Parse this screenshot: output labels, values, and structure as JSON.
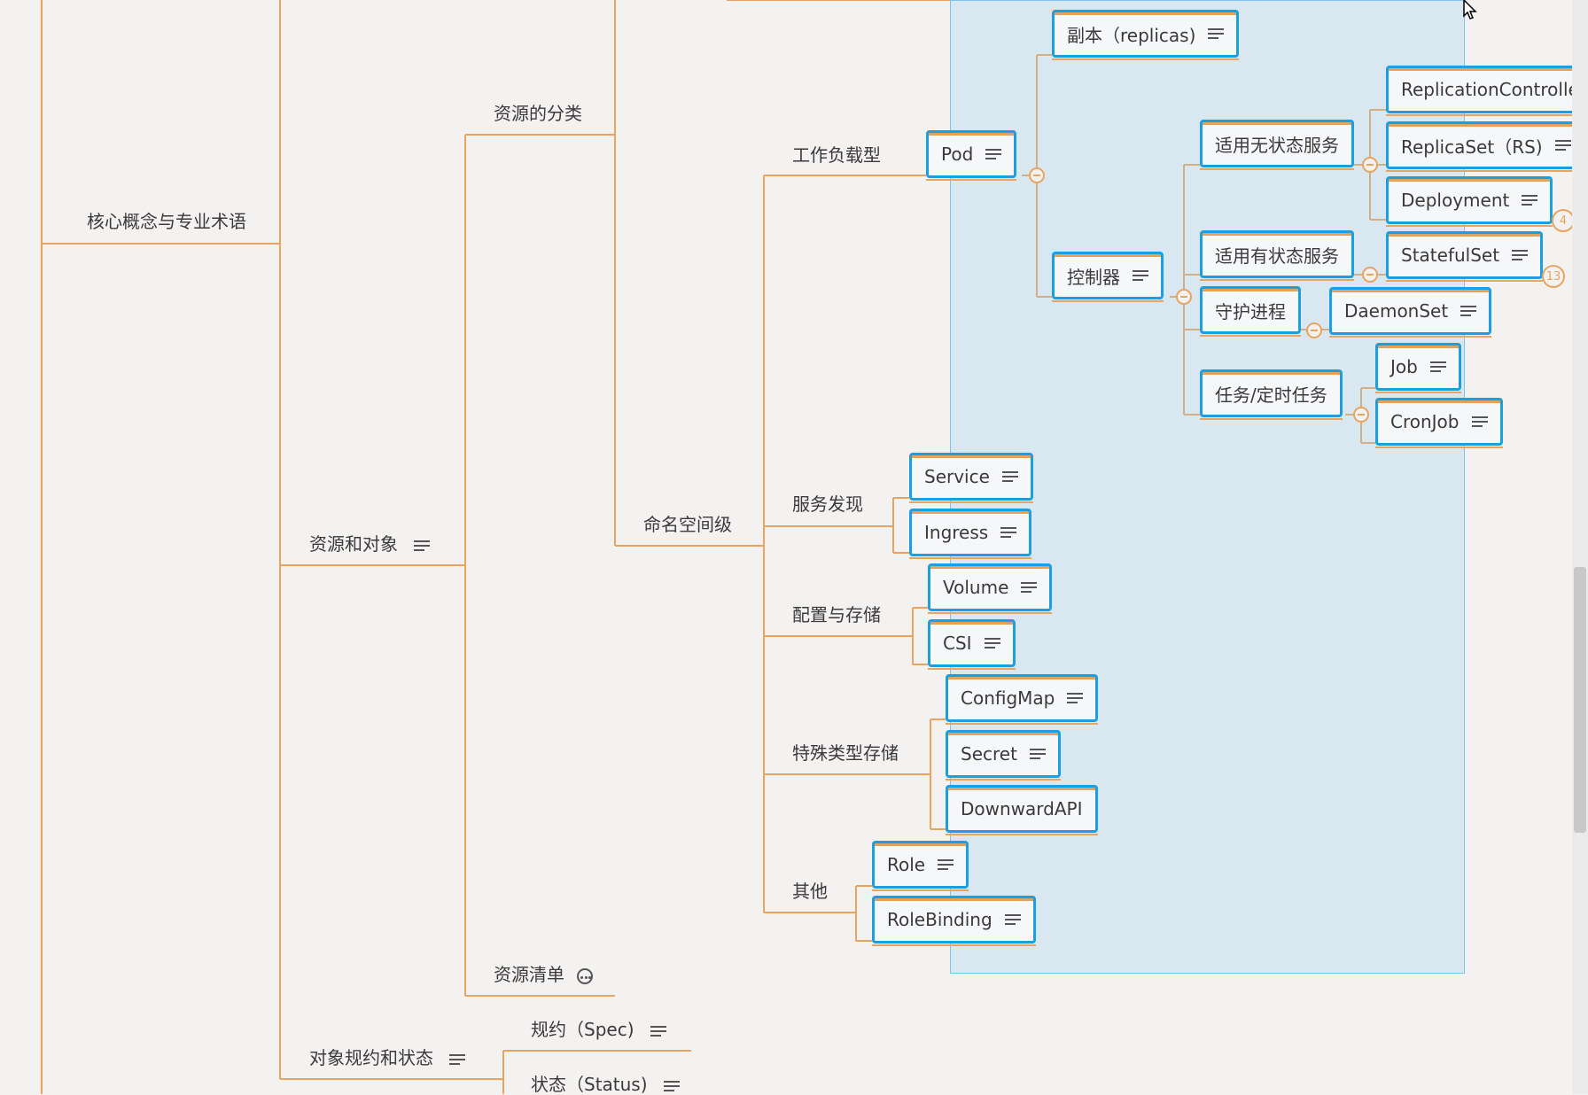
{
  "colors": {
    "branch": "#e9a45f",
    "selected_border": "#1aa0e0",
    "selection_fill": "#cfe8f8",
    "background": "#f3f2f1"
  },
  "nodes": {
    "core_concepts": "核心概念与专业术语",
    "resources_objects": "资源和对象",
    "resource_classification": "资源的分类",
    "resource_manifest": "资源清单",
    "namespace_level": "命名空间级",
    "workload_type": "工作负载型",
    "service_discovery": "服务发现",
    "config_storage": "配置与存储",
    "special_storage": "特殊类型存储",
    "others": "其他",
    "pod": "Pod",
    "replicas": "副本（replicas)",
    "controller": "控制器",
    "stateless": "适用无状态服务",
    "stateful": "适用有状态服务",
    "daemon": "守护进程",
    "jobs": "任务/定时任务",
    "replication_controller": "ReplicationController",
    "replicaset": "ReplicaSet（RS)",
    "deployment": "Deployment",
    "statefulset": "StatefulSet",
    "daemonset": "DaemonSet",
    "job": "Job",
    "cronjob": "CronJob",
    "service": "Service",
    "ingress": "Ingress",
    "volume": "Volume",
    "csi": "CSI",
    "configmap": "ConfigMap",
    "secret": "Secret",
    "downwardapi": "DownwardAPI",
    "role": "Role",
    "rolebinding": "RoleBinding",
    "object_spec_status": "对象规约和状态",
    "spec": "规约（Spec)",
    "status": "状态（Status)"
  },
  "badges": {
    "deployment_count": "4",
    "statefulset_count": "13"
  },
  "icons": {
    "note": "note-lines-icon",
    "more": "more-options-icon",
    "collapse": "collapse-minus-icon",
    "cursor": "mouse-cursor-icon"
  }
}
